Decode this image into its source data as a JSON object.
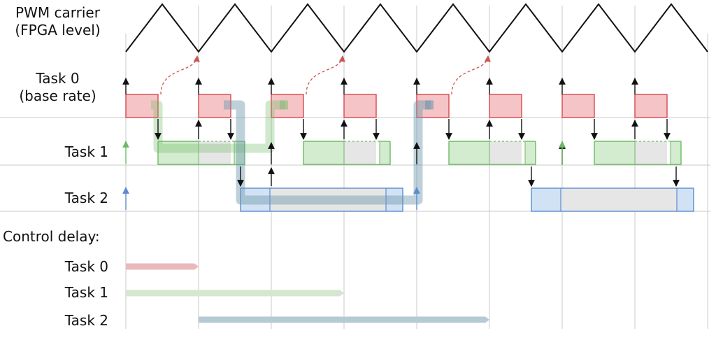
{
  "labels": {
    "pwm_line1": "PWM carrier",
    "pwm_line2": "(FPGA level)",
    "task0_line1": "Task 0",
    "task0_line2": "(base rate)",
    "task1": "Task 1",
    "task2": "Task 2",
    "control_delay": "Control delay:",
    "delay_task0": "Task 0",
    "delay_task1": "Task 1",
    "delay_task2": "Task 2"
  },
  "colors": {
    "task0_fill": "#f4c4c6",
    "task0_stroke": "#d9484f",
    "task1_fill": "#d3ebcf",
    "task1_stroke": "#6cbb63",
    "task2_fill": "#d2e2f5",
    "task2_stroke": "#5a8cd0",
    "idle_fill": "#e6e6e6",
    "delay_task0": "#eab9bc",
    "delay_task1": "#d5e6d1",
    "delay_task2": "#b5cbd4",
    "dependency_arrow": "#c9554e",
    "grid": "#c8c8c8"
  }
}
